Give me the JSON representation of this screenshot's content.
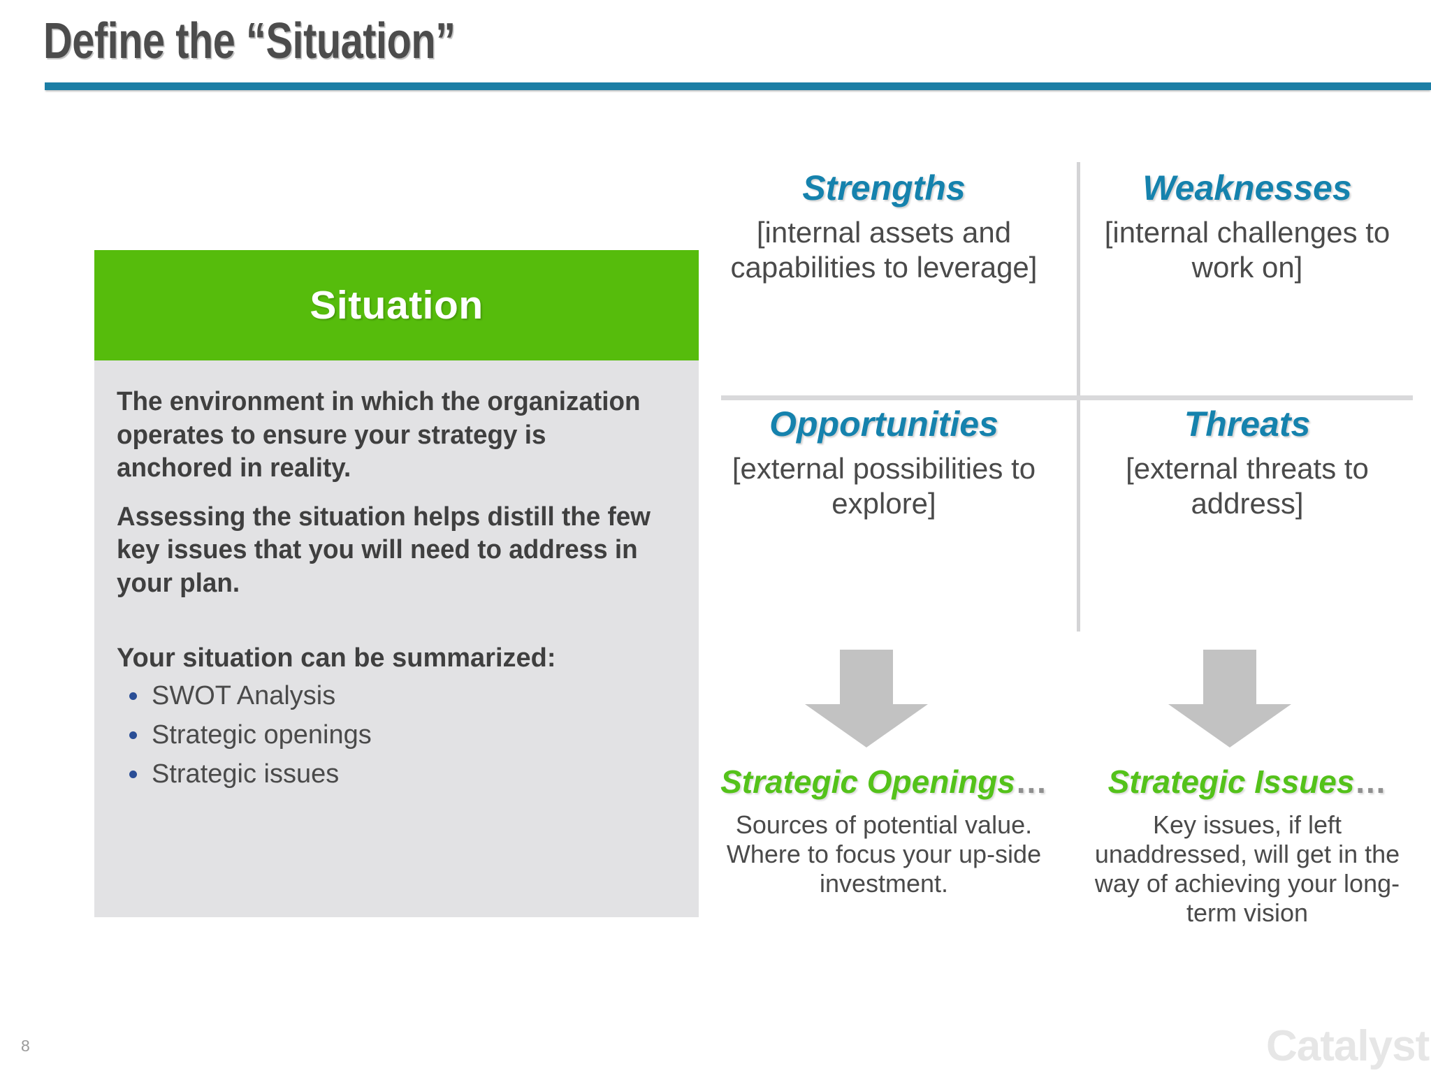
{
  "slide": {
    "title": "Define the “Situation”",
    "page_number": "8",
    "brand": "Catalyst",
    "accent_rule_color": "#1c7ea5"
  },
  "situation_panel": {
    "header_label": "Situation",
    "header_bg": "#56bc0c",
    "body_bg": "#e2e2e4",
    "paragraphs": [
      "The environment in which the organization operates to ensure your strategy is anchored in reality.",
      "Assessing the situation helps distill the few key issues that you will need to address in your plan."
    ],
    "summary_lead": "Your situation can be summarized:",
    "bullets": [
      "SWOT Analysis",
      "Strategic openings",
      "Strategic issues"
    ],
    "bullet_color": "#2a4e96"
  },
  "swot": {
    "heading_color": "#1582ad",
    "quadrants": [
      {
        "title": "Strengths",
        "description": "[internal assets and capabilities to leverage]"
      },
      {
        "title": "Weaknesses",
        "description": "[internal challenges to work on]"
      },
      {
        "title": "Opportunities",
        "description": "[external possibilities to explore]"
      },
      {
        "title": "Threats",
        "description": "[external threats to address]"
      }
    ]
  },
  "outcomes": {
    "accent_color": "#54c21a",
    "items": [
      {
        "title": "Strategic Openings",
        "ellipsis": "…",
        "description": "Sources of potential value. Where to focus your up-side investment."
      },
      {
        "title": "Strategic Issues",
        "ellipsis": "…",
        "description": "Key issues, if left unaddressed, will get in the way of achieving your long-term vision"
      }
    ]
  },
  "icons": {
    "arrow_down": "down-arrow-icon",
    "arrow_color": "#c2c2c2"
  }
}
